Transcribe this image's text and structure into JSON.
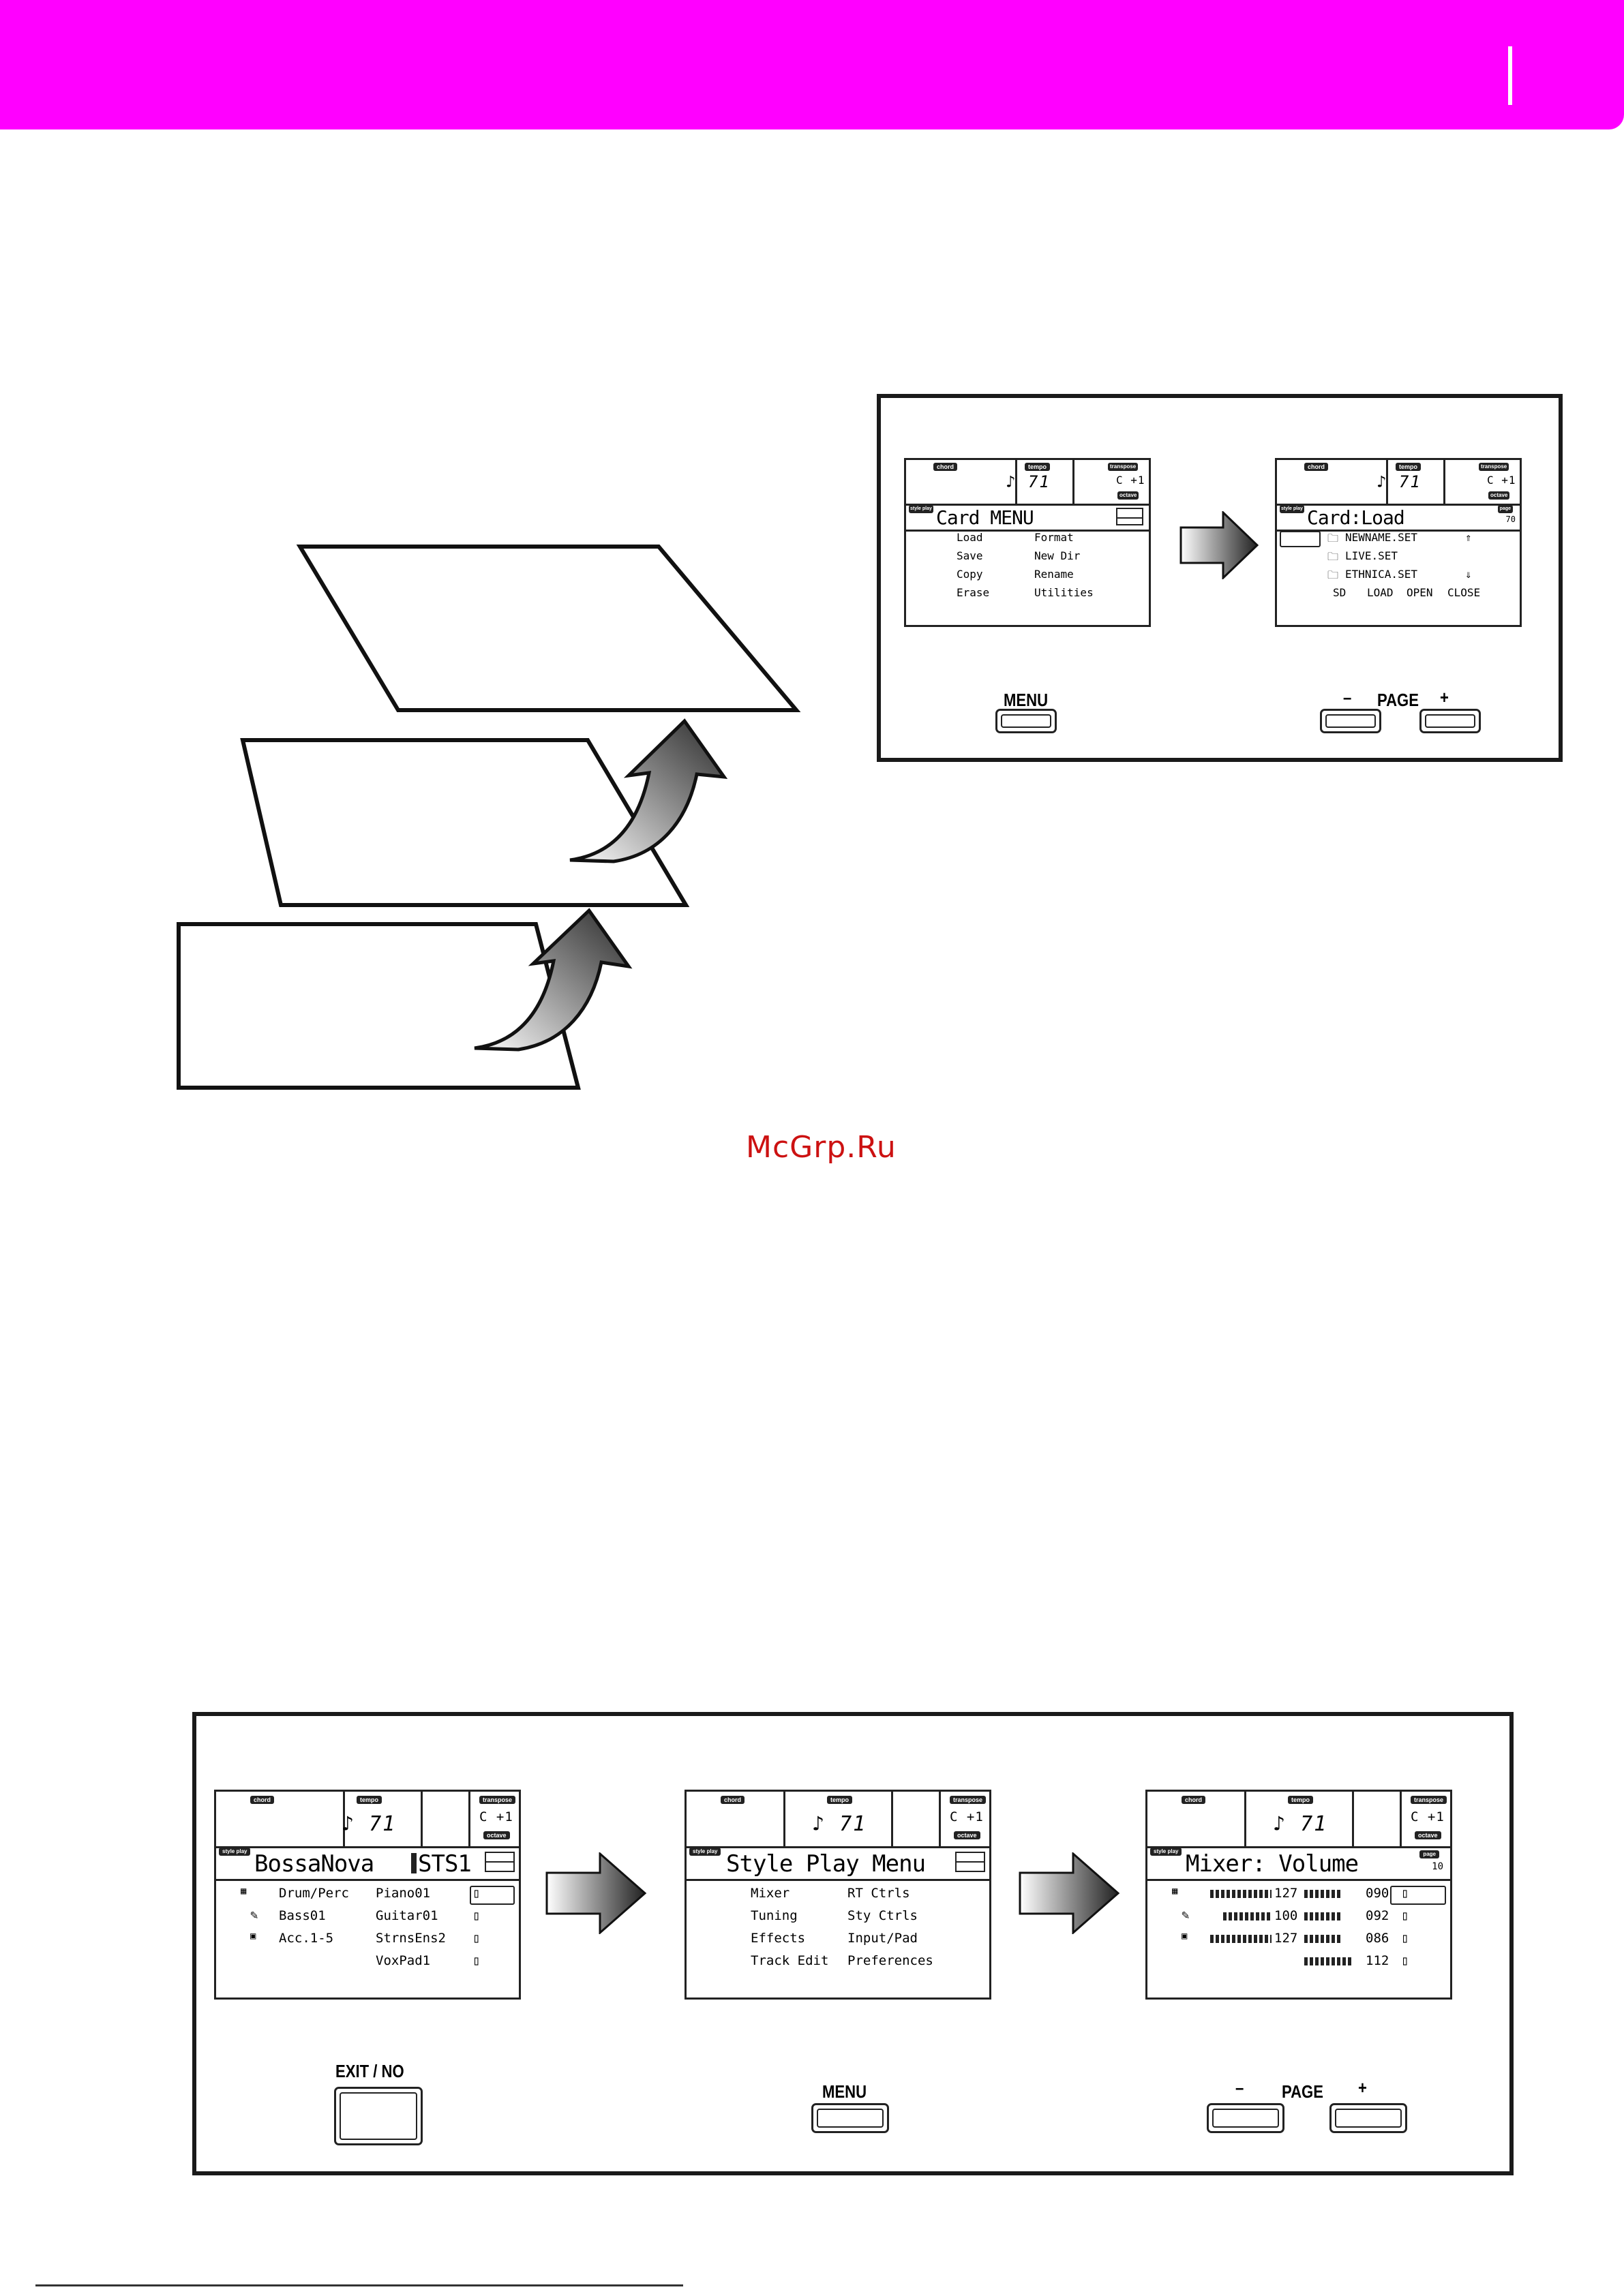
{
  "watermark": "McGrp.Ru",
  "colors": {
    "header": "#ff00ff",
    "watermark": "#cc1111",
    "ink": "#1a1a1a"
  },
  "icons": {
    "next_arrow": "arrow-right-icon",
    "layer_arrow": "curved-arrow-up-icon",
    "folder": "folder-icon",
    "track": "track-icon"
  },
  "lcd_common": {
    "chord_tag": "chord",
    "tempo_tag": "tempo",
    "transpose_tag": "transpose",
    "octave_tag": "octave",
    "tempo_value": "♪ 71",
    "transpose_value": "C +1",
    "page_tag": "page",
    "style_play_tag": "style play"
  },
  "top_panel": {
    "card_menu": {
      "title": "Card MENU",
      "items_left": [
        "Load",
        "Save",
        "Copy",
        "Erase"
      ],
      "items_right": [
        "Format",
        "New Dir",
        "Rename",
        "Utilities"
      ]
    },
    "card_load": {
      "title": "Card:Load",
      "page_num": "70",
      "files": [
        "NEWNAME.SET",
        "LIVE.SET",
        "ETHNICA.SET"
      ],
      "soft_keys": [
        "SD",
        "LOAD",
        "OPEN",
        "CLOSE"
      ]
    },
    "menu_button": "MENU",
    "page_minus": "–",
    "page_label": "PAGE",
    "page_plus": "+"
  },
  "bottom_panel": {
    "main_page": {
      "title": "BossaNova",
      "sts": "STS1",
      "rows": [
        [
          "Drum/Perc",
          "Piano01"
        ],
        [
          "Bass01",
          "Guitar01"
        ],
        [
          "Acc.1-5",
          "StrnsEns2"
        ],
        [
          "",
          "VoxPad1"
        ]
      ]
    },
    "style_menu": {
      "title": "Style Play Menu",
      "items_left": [
        "Mixer",
        "Tuning",
        "Effects",
        "Track Edit"
      ],
      "items_right": [
        "RT Ctrls",
        "Sty Ctrls",
        "Input/Pad",
        "Preferences"
      ]
    },
    "mixer": {
      "title": "Mixer: Volume",
      "page_num": "10",
      "values_left": [
        "127",
        "100",
        "127"
      ],
      "values_right": [
        "090",
        "092",
        "086",
        "112"
      ],
      "meter_left": [
        1.0,
        0.79,
        1.0
      ],
      "meter_right": [
        0.71,
        0.72,
        0.68,
        0.88
      ]
    },
    "exit_button": "EXIT / NO",
    "menu_button": "MENU",
    "page_minus": "–",
    "page_label": "PAGE",
    "page_plus": "+"
  }
}
